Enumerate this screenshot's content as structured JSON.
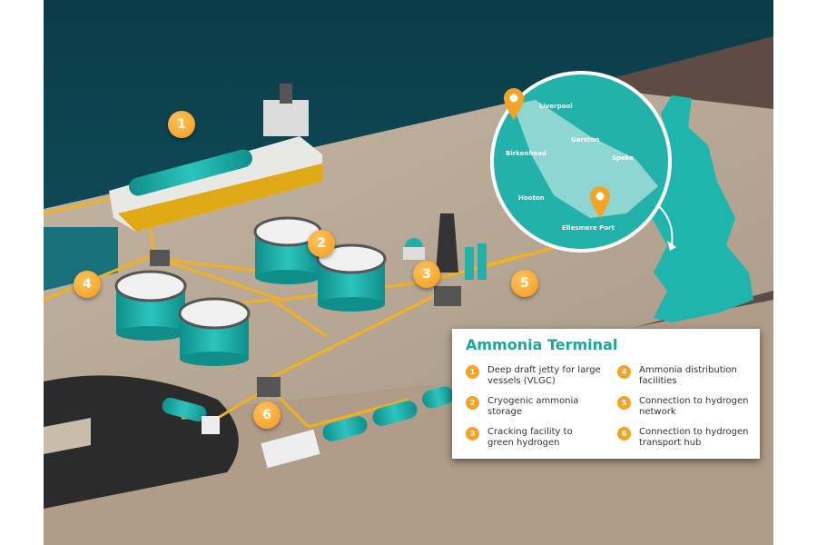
{
  "legend": {
    "title": "Ammonia Terminal",
    "items": [
      {
        "num": "1",
        "label": "Deep draft jetty for large vessels (VLGC)"
      },
      {
        "num": "2",
        "label": "Cryogenic ammonia storage"
      },
      {
        "num": "3",
        "label": "Cracking facility to green hydrogen"
      },
      {
        "num": "4",
        "label": "Ammonia distribution facilities"
      },
      {
        "num": "5",
        "label": "Connection to hydrogen network"
      },
      {
        "num": "6",
        "label": "Connection to hydrogen transport hub"
      }
    ]
  },
  "markers": [
    "1",
    "2",
    "3",
    "4",
    "5",
    "6"
  ],
  "map": {
    "labels": [
      "Liverpool",
      "Garston",
      "Birkenhead",
      "Speke",
      "Hooton",
      "Ellesmere Port"
    ]
  },
  "colors": {
    "teal": "#1fb5ad",
    "orange": "#f5a325",
    "sea": "#0e4c57",
    "land": "#b9ab98"
  }
}
